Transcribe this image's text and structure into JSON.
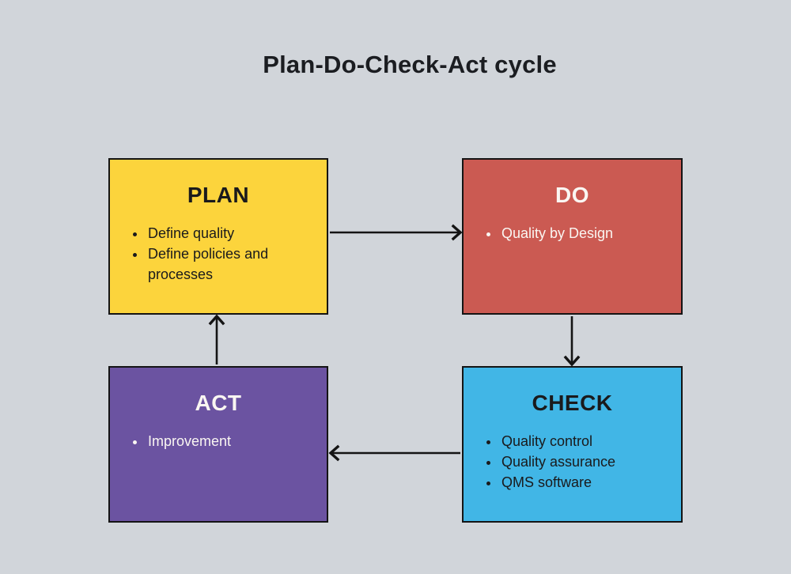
{
  "title": "Plan-Do-Check-Act cycle",
  "colors": {
    "background": "#D1D5DA",
    "box_border": "#141414",
    "arrow": "#141414",
    "plan_fill": "#FCD43C",
    "do_fill": "#CB5A52",
    "check_fill": "#41B6E6",
    "act_fill": "#6B53A1",
    "dark_text": "#1A1A1C",
    "light_text": "#FAF6F2"
  },
  "boxes": [
    {
      "id": "plan",
      "label": "PLAN",
      "items": [
        "Define quality",
        "Define policies and processes"
      ],
      "fill": "#FCD43C",
      "text_color": "#1A1A1C"
    },
    {
      "id": "do",
      "label": "DO",
      "items": [
        "Quality by Design"
      ],
      "fill": "#CB5A52",
      "text_color": "#FAF6F2"
    },
    {
      "id": "check",
      "label": "CHECK",
      "items": [
        "Quality control",
        "Quality assurance",
        "QMS software"
      ],
      "fill": "#41B6E6",
      "text_color": "#1A1A1C"
    },
    {
      "id": "act",
      "label": "ACT",
      "items": [
        "Improvement"
      ],
      "fill": "#6B53A1",
      "text_color": "#FAF6F2"
    }
  ],
  "arrows": [
    {
      "from": "PLAN",
      "to": "DO"
    },
    {
      "from": "DO",
      "to": "CHECK"
    },
    {
      "from": "CHECK",
      "to": "ACT"
    },
    {
      "from": "ACT",
      "to": "PLAN"
    }
  ]
}
